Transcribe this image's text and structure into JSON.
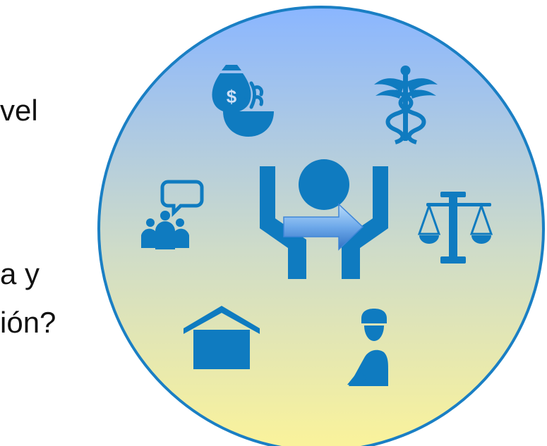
{
  "text_fragments": [
    "vel",
    "a y",
    "ión?"
  ],
  "colors": {
    "icon": "#0f7bc0",
    "circle_border": "#1a7fc4",
    "gradient_top": "#8ab6ff",
    "gradient_bottom": "#fbf39a",
    "arrow_light": "#9cc8f6",
    "arrow_dark": "#3f86d8",
    "text": "#111111"
  },
  "icons": [
    "money-food-bowl-icon",
    "caduceus-icon",
    "community-chat-icon",
    "hands-holding-circle-icon",
    "justice-scale-icon",
    "house-icon",
    "police-officer-icon"
  ],
  "pointer": "arrow-right-icon"
}
